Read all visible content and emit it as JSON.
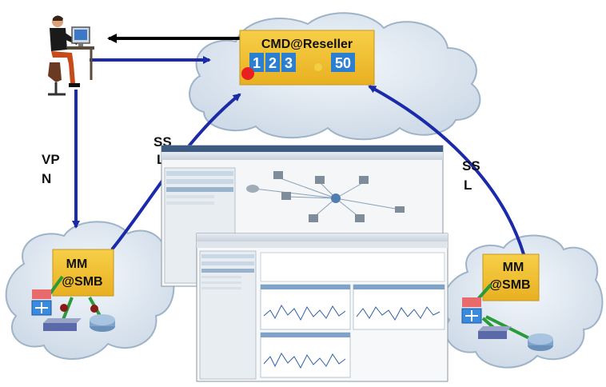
{
  "nodes": {
    "reseller": {
      "title": "CMD@Reseller",
      "counters": [
        "1",
        "2",
        "3",
        "50"
      ]
    },
    "smb_left": {
      "title_line1": "MM",
      "title_line2": "@SMB"
    },
    "smb_right": {
      "title_line1": "MM",
      "title_line2": "@SMB"
    }
  },
  "links": {
    "vpn": {
      "line1": "VP",
      "line2": "N"
    },
    "ssl_left": {
      "line1": "SS",
      "line2": "L"
    },
    "ssl_right": {
      "line1": "SS",
      "line2": "L"
    }
  },
  "colors": {
    "arrow_blue": "#1a2aa8",
    "arrow_black": "#000000",
    "box_gold": "#f2c12e",
    "cloud_fill": "#dfe9f3",
    "cloud_stroke": "#9fb3c8",
    "counter_blue": "#2b7fd0"
  },
  "icons": [
    "user-at-computer-icon",
    "switch-icon",
    "router-icon",
    "firewall-icon",
    "network-map-screenshot",
    "dashboard-screenshot"
  ]
}
